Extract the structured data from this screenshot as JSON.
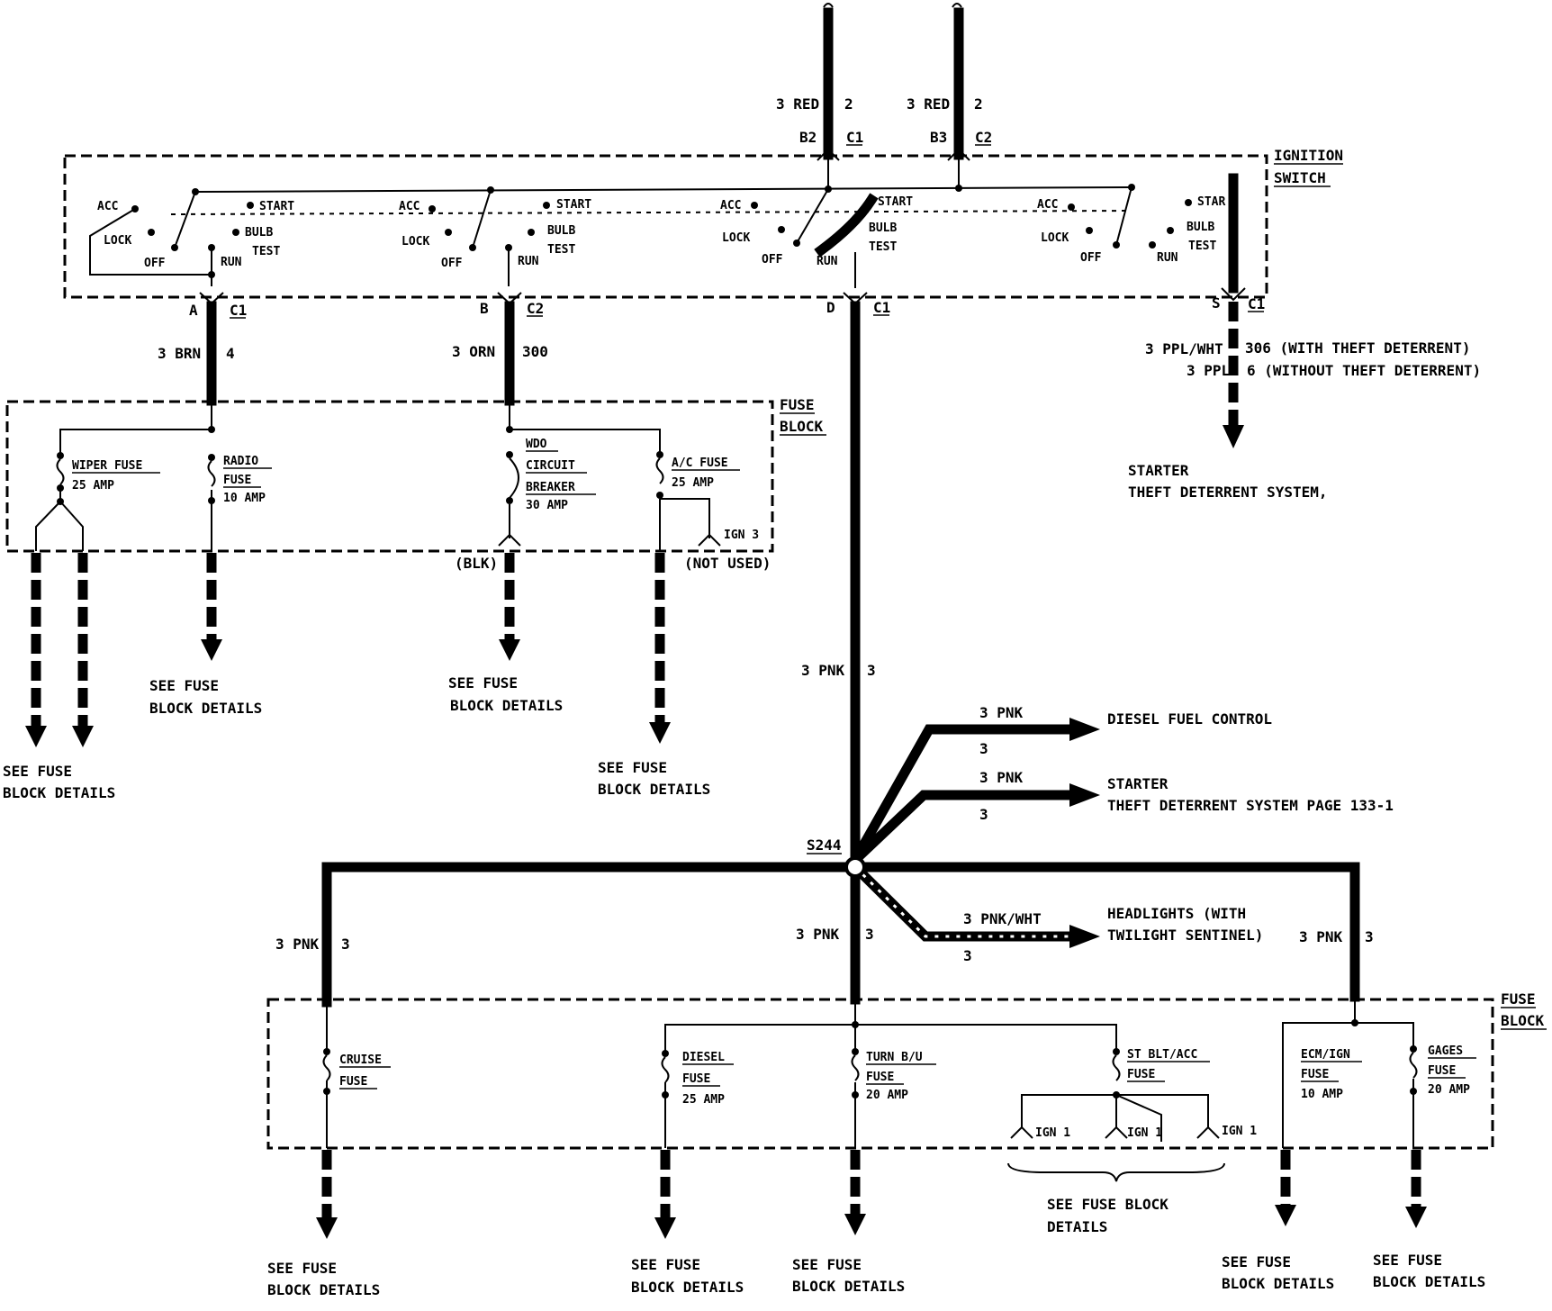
{
  "ignition_switch": {
    "label_line1": "IGNITION",
    "label_line2": "SWITCH",
    "sections": [
      {
        "acc": "ACC",
        "lock": "LOCK",
        "off": "OFF",
        "start": "START",
        "bulb": "BULB",
        "test": "TEST",
        "run": "RUN"
      },
      {
        "acc": "ACC",
        "lock": "LOCK",
        "off": "OFF",
        "start": "START",
        "bulb": "BULB",
        "test": "TEST",
        "run": "RUN"
      },
      {
        "acc": "ACC",
        "lock": "LOCK",
        "off": "OFF",
        "start": "START",
        "bulb": "BULB",
        "test": "TEST",
        "run": "RUN"
      },
      {
        "acc": "ACC",
        "lock": "LOCK",
        "off": "OFF",
        "start": "STAR",
        "bulb": "BULB",
        "test": "TEST",
        "run": "RUN"
      }
    ]
  },
  "top_inputs": [
    {
      "wire": "3 RED",
      "circuit": "2",
      "terminal": "B2",
      "connector": "C1"
    },
    {
      "wire": "3 RED",
      "circuit": "2",
      "terminal": "B3",
      "connector": "C2"
    }
  ],
  "outputs": [
    {
      "terminal": "A",
      "connector": "C1",
      "wire": "3 BRN",
      "circuit": "4"
    },
    {
      "terminal": "B",
      "connector": "C2",
      "wire": "3 ORN",
      "circuit": "300"
    },
    {
      "terminal": "D",
      "connector": "C1"
    },
    {
      "terminal": "S",
      "connector": "C1",
      "wire1": "3 PPL/WHT",
      "note1": "306 (WITH THEFT DETERRENT)",
      "wire2": "3 PPL",
      "note2": "6 (WITHOUT THEFT DETERRENT)"
    }
  ],
  "starter_top": {
    "line1": "STARTER",
    "line2": "THEFT DETERRENT SYSTEM,"
  },
  "fuse_block_top": {
    "label_line1": "FUSE",
    "label_line2": "BLOCK",
    "wiper": {
      "name": "WIPER FUSE",
      "rating": "25 AMP"
    },
    "radio": {
      "name1": "RADIO",
      "name2": "FUSE",
      "rating": "10 AMP"
    },
    "wdo": {
      "name1": "WDO",
      "name2": "CIRCUIT",
      "name3": "BREAKER",
      "rating": "30 AMP"
    },
    "ac": {
      "name": "A/C FUSE",
      "rating": "25 AMP"
    },
    "ign3": "IGN 3",
    "blk": "(BLK)",
    "not_used": "(NOT USED)"
  },
  "see_fuse": {
    "line1": "SEE FUSE",
    "line2": "BLOCK DETAILS"
  },
  "see_fuse_block": {
    "line1": "SEE FUSE BLOCK",
    "line2": "DETAILS"
  },
  "pink_main": {
    "wire": "3 PNK",
    "circuit": "3"
  },
  "splice": "S244",
  "branches": [
    {
      "wire": "3 PNK",
      "circuit": "3",
      "dest1": "DIESEL FUEL CONTROL",
      "dest2": ""
    },
    {
      "wire": "3 PNK",
      "circuit": "3",
      "dest1": "STARTER",
      "dest2": "THEFT DETERRENT SYSTEM PAGE 133-1"
    },
    {
      "wire": "3 PNK/WHT",
      "circuit": "3",
      "dest1": "HEADLIGHTS (WITH",
      "dest2": "TWILIGHT SENTINEL)"
    }
  ],
  "lower_feeds": [
    {
      "wire": "3 PNK",
      "circuit": "3"
    },
    {
      "wire": "3 PNK",
      "circuit": "3"
    },
    {
      "wire": "3 PNK",
      "circuit": "3"
    }
  ],
  "fuse_block_bottom": {
    "label_line1": "FUSE",
    "label_line2": "BLOCK",
    "cruise": {
      "name1": "CRUISE",
      "name2": "FUSE"
    },
    "diesel": {
      "name1": "DIESEL",
      "name2": "FUSE",
      "rating": "25 AMP"
    },
    "turn": {
      "name1": "TURN B/U",
      "name2": "FUSE",
      "rating": "20 AMP"
    },
    "stblt": {
      "name1": "ST BLT/ACC",
      "name2": "FUSE"
    },
    "ecm": {
      "name1": "ECM/IGN",
      "name2": "FUSE",
      "rating": "10 AMP"
    },
    "gages": {
      "name1": "GAGES",
      "name2": "FUSE",
      "rating": "20 AMP"
    },
    "ign1": "IGN 1"
  }
}
